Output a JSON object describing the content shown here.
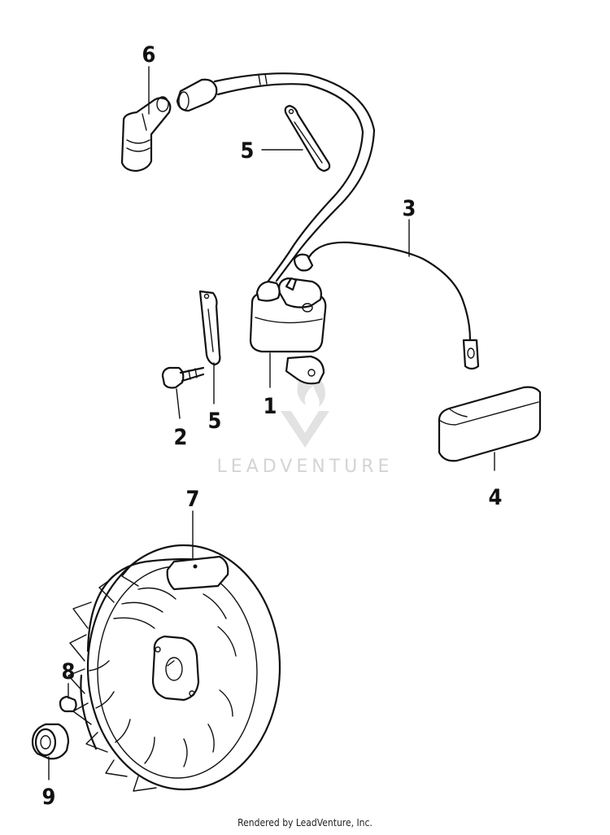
{
  "watermark": {
    "text": "LEADVENTURE"
  },
  "callouts": [
    {
      "id": "1",
      "label": "1"
    },
    {
      "id": "2",
      "label": "2"
    },
    {
      "id": "3",
      "label": "3"
    },
    {
      "id": "4",
      "label": "4"
    },
    {
      "id": "5a",
      "label": "5"
    },
    {
      "id": "5b",
      "label": "5"
    },
    {
      "id": "6",
      "label": "6"
    },
    {
      "id": "7",
      "label": "7"
    },
    {
      "id": "8",
      "label": "8"
    },
    {
      "id": "9",
      "label": "9"
    }
  ],
  "footer": {
    "text": "Rendered by LeadVenture, Inc."
  }
}
